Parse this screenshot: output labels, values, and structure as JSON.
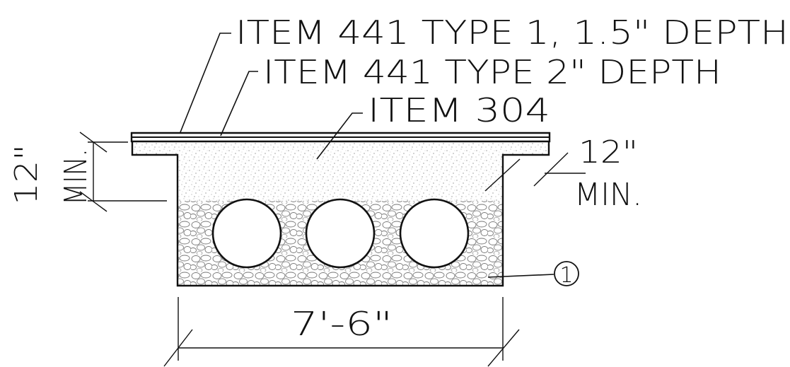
{
  "colors": {
    "ink": "#111111",
    "background": "#ffffff"
  },
  "labels": {
    "surface_course": "ITEM 441 TYPE 1, 1.5\" DEPTH",
    "intermediate_course": "ITEM 441 TYPE 2\" DEPTH",
    "base": "ITEM 304",
    "left_dimension_value": "12\"",
    "left_dimension_qualifier": "MIN.",
    "right_dimension_value": "12\"",
    "right_dimension_qualifier": "MIN.",
    "width_dimension": "7'-6\"",
    "callout_number": "1"
  }
}
